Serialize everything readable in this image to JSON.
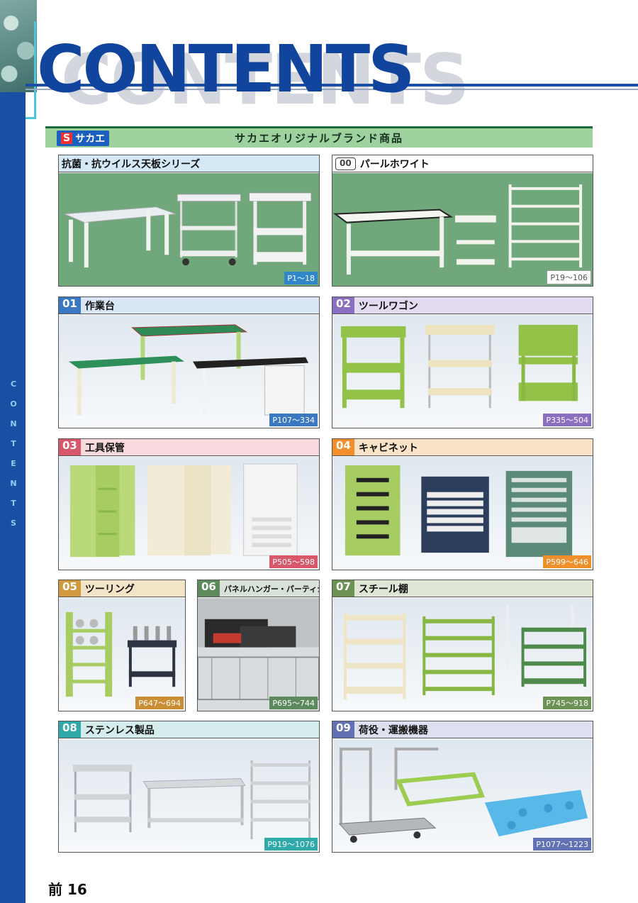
{
  "header": {
    "title": "CONTENTS",
    "side_label": "CONTENTS"
  },
  "brand": {
    "logo_letter": "S",
    "logo_text": "サカエ",
    "title": "サカエオリジナルブランド商品"
  },
  "sections": [
    {
      "num": "",
      "label": "抗菌・抗ウイルス天板シリーズ",
      "pages": "P1～18",
      "header_color": "#d4e8f6",
      "badge_color": "#2f86c8"
    },
    {
      "num": "00",
      "label": "パールホワイト",
      "pages": "P19～106",
      "header_color": "#ffffff",
      "badge_color": "#ffffff"
    },
    {
      "num": "01",
      "label": "作業台",
      "pages": "P107～334",
      "header_color": "#d8e6f5",
      "num_color": "#3a78c4",
      "badge_color": "#3a78c4"
    },
    {
      "num": "02",
      "label": "ツールワゴン",
      "pages": "P335～504",
      "header_color": "#e3dcf0",
      "num_color": "#8a6fc0",
      "badge_color": "#8a6fc0"
    },
    {
      "num": "03",
      "label": "工具保管",
      "pages": "P505～598",
      "header_color": "#f7d9de",
      "num_color": "#d8576b",
      "badge_color": "#d8576b"
    },
    {
      "num": "04",
      "label": "キャビネット",
      "pages": "P599～646",
      "header_color": "#fbe3c8",
      "num_color": "#f08f2c",
      "badge_color": "#f08f2c"
    },
    {
      "num": "05",
      "label": "ツーリング",
      "pages": "P647～694",
      "header_color": "#f3e4c8",
      "num_color": "#d19a3e",
      "badge_color": "#c98e33"
    },
    {
      "num": "06",
      "label": "パネルハンガー・パーティション",
      "pages": "P695～744",
      "header_color": "#d8e2d8",
      "num_color": "#5c8a5c",
      "badge_color": "#5c8a5c"
    },
    {
      "num": "07",
      "label": "スチール棚",
      "pages": "P745～918",
      "header_color": "#dfe6d6",
      "num_color": "#6c9255",
      "badge_color": "#6c9255"
    },
    {
      "num": "08",
      "label": "ステンレス製品",
      "pages": "P919～1076",
      "header_color": "#d5ecec",
      "num_color": "#2fa9a9",
      "badge_color": "#2fa9a9"
    },
    {
      "num": "09",
      "label": "荷役・運搬機器",
      "pages": "P1077～1223",
      "header_color": "#dde0ee",
      "num_color": "#6271b3",
      "badge_color": "#6271b3"
    }
  ],
  "footer": {
    "page": "前 16"
  }
}
